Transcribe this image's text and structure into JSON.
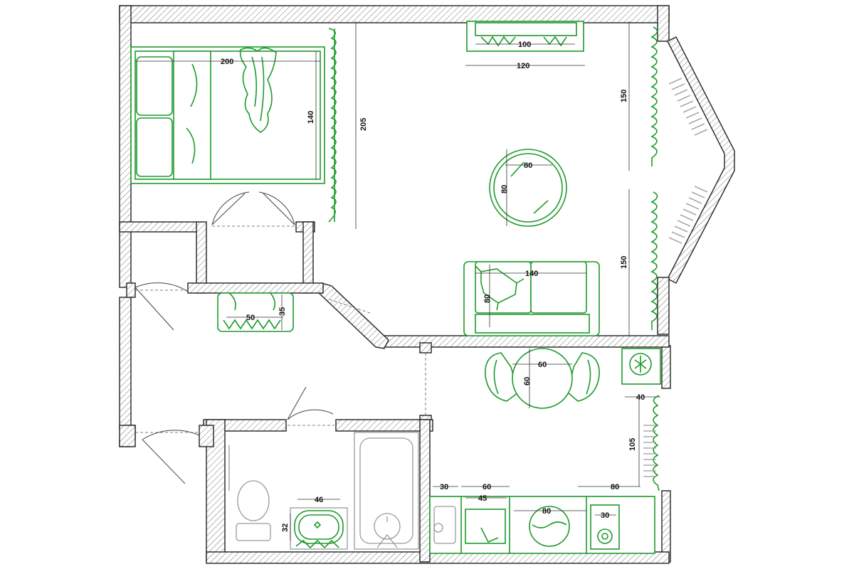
{
  "colors": {
    "furniture": "#1e9a2c",
    "fixtures": "#9a9a9a",
    "walls": "#222222"
  },
  "dimensions": {
    "bed_length": "200",
    "bed_width": "140",
    "wardrobe_length": "205",
    "tv_width": "100",
    "tv_unit_width": "120",
    "window_upper": "150",
    "window_lower": "150",
    "round_table_width": "80",
    "round_table_depth": "80",
    "sofa_width": "140",
    "sofa_depth": "80",
    "hall_cabinet_width": "50",
    "hall_cabinet_depth": "35",
    "dining_table_width": "60",
    "dining_table_depth": "60",
    "washer_depth": "40",
    "kitchen_window": "105",
    "counter_30": "30",
    "counter_60": "60",
    "counter_80": "80",
    "sink_45": "45",
    "counter_80_lower": "80",
    "stove_30": "30",
    "basin_width": "46",
    "basin_depth": "32"
  }
}
